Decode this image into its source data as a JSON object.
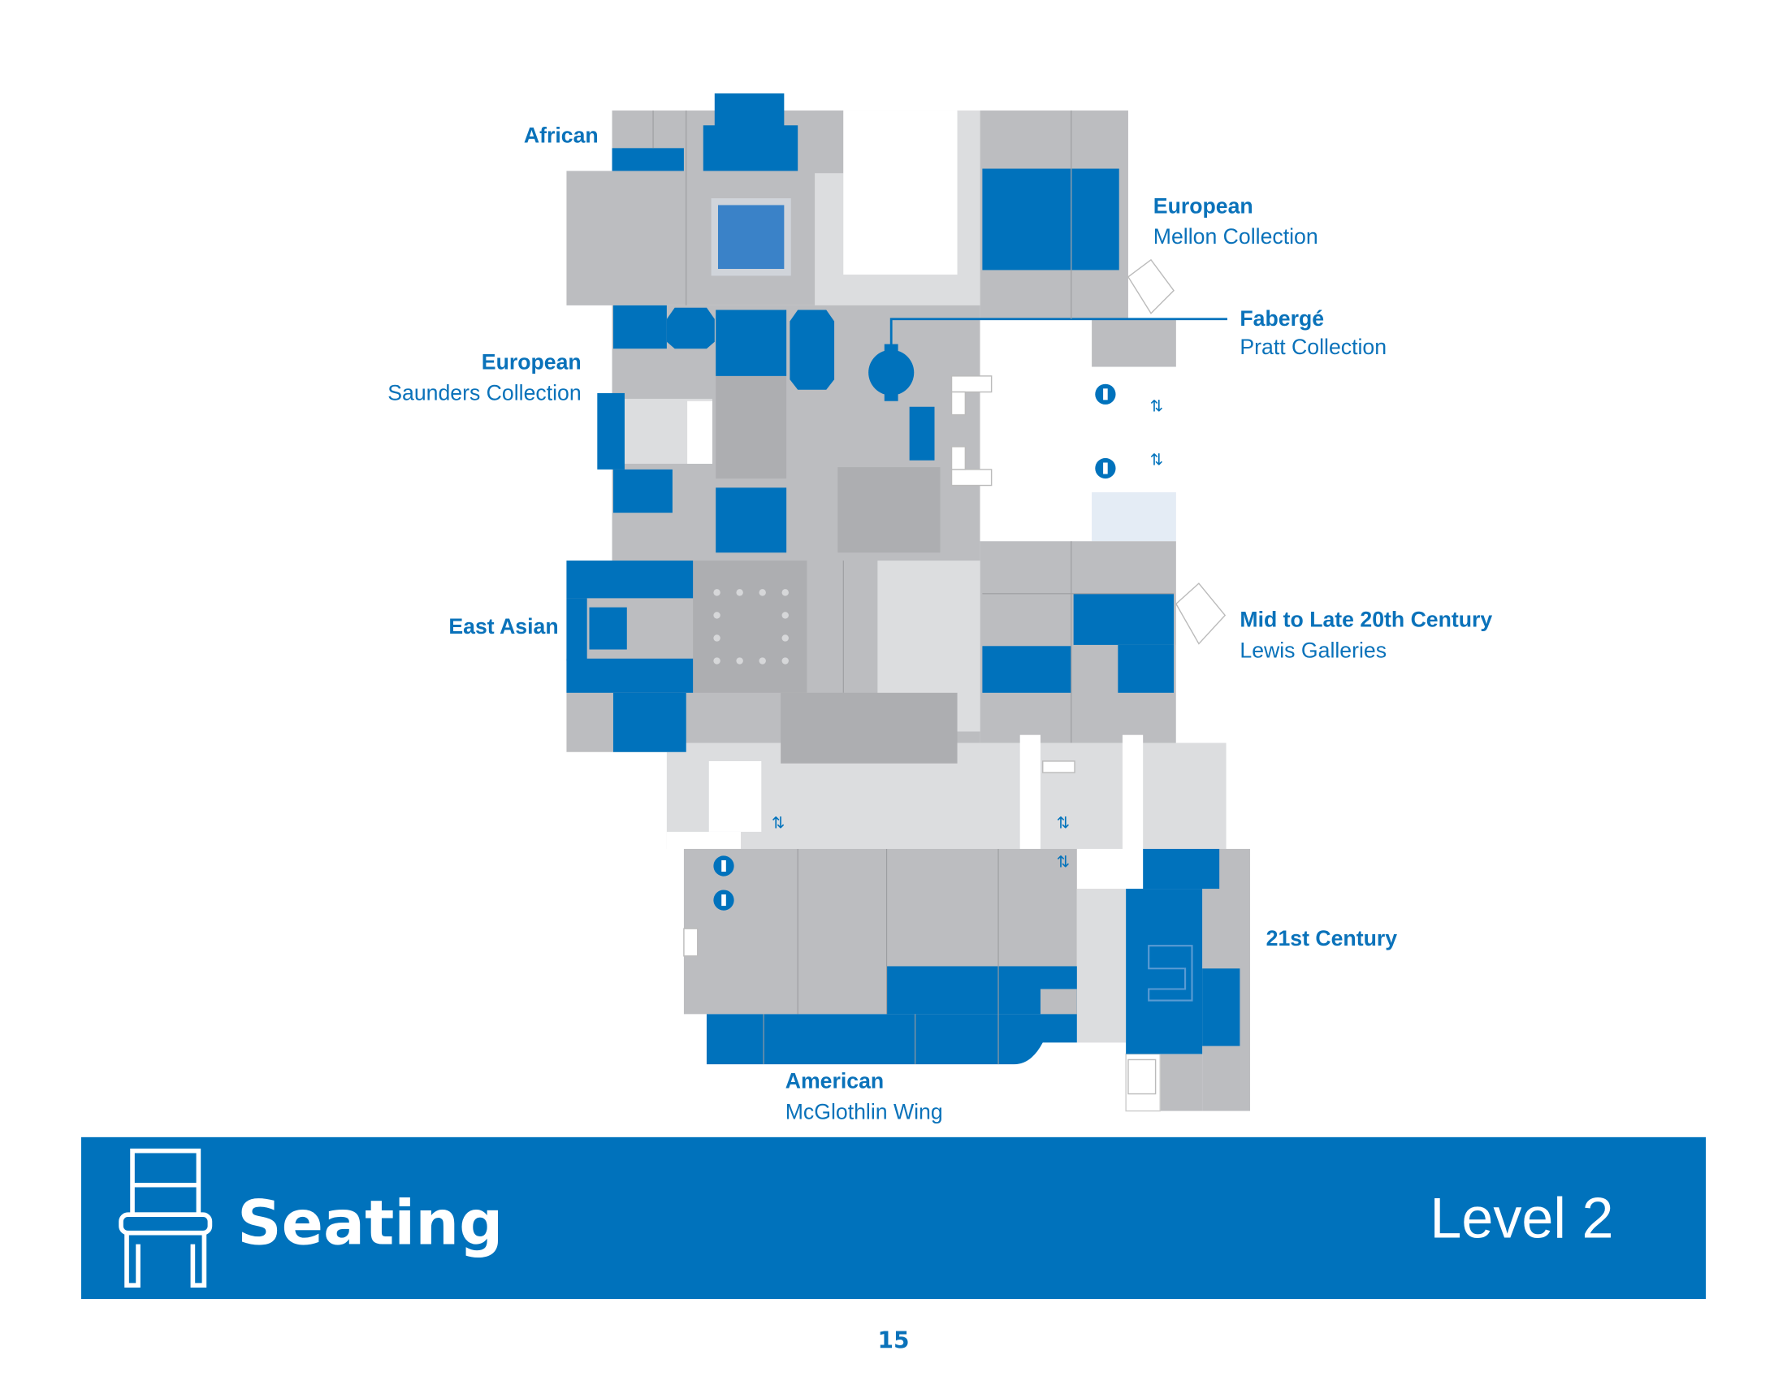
{
  "map": {
    "labels": {
      "african": {
        "title": "African"
      },
      "european_mellon": {
        "title": "European",
        "subtitle": "Mellon Collection"
      },
      "faberge": {
        "title": "Fabergé",
        "subtitle": "Pratt Collection"
      },
      "european_saunders": {
        "title": "European",
        "subtitle": "Saunders Collection"
      },
      "east_asian": {
        "title": "East Asian"
      },
      "mid_late_20th": {
        "title": "Mid to Late 20th Century",
        "subtitle": "Lewis Galleries"
      },
      "21st_century": {
        "title": "21st Century"
      },
      "american": {
        "title": "American",
        "subtitle": "McGlothlin Wing"
      }
    },
    "icons": [
      "restroom-women-icon",
      "restroom-men-icon",
      "elevator-icon",
      "stairs-icon"
    ]
  },
  "banner": {
    "icon": "chair-icon",
    "title": "Seating",
    "level": "Level 2"
  },
  "page_number": "15",
  "colors": {
    "accent": "#0072bc",
    "gallery": "#bcbdc0",
    "corridor": "#dcdddf"
  }
}
